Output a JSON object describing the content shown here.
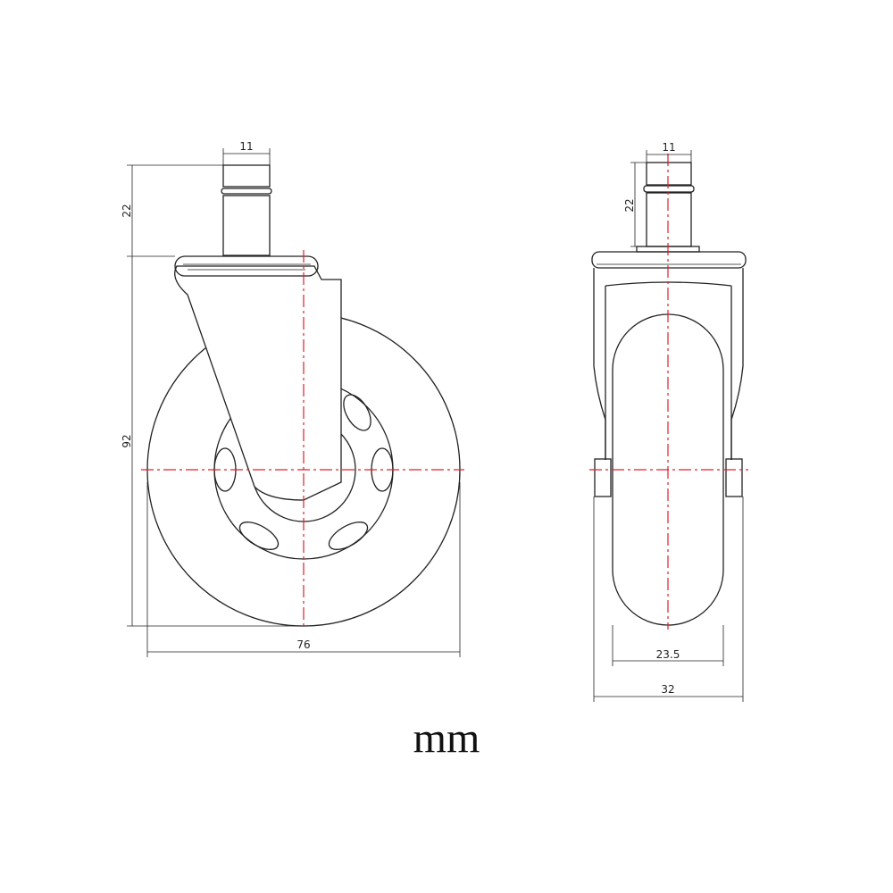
{
  "units": "mm",
  "side_view": {
    "stem_width": "11",
    "stem_height": "22",
    "total_height": "92",
    "wheel_diameter": "76"
  },
  "front_view": {
    "stem_width": "11",
    "stem_height": "22",
    "wheel_width": "23.5",
    "total_width": "32"
  },
  "colors": {
    "lines": "#222222",
    "centerlines": "#e0202a"
  }
}
